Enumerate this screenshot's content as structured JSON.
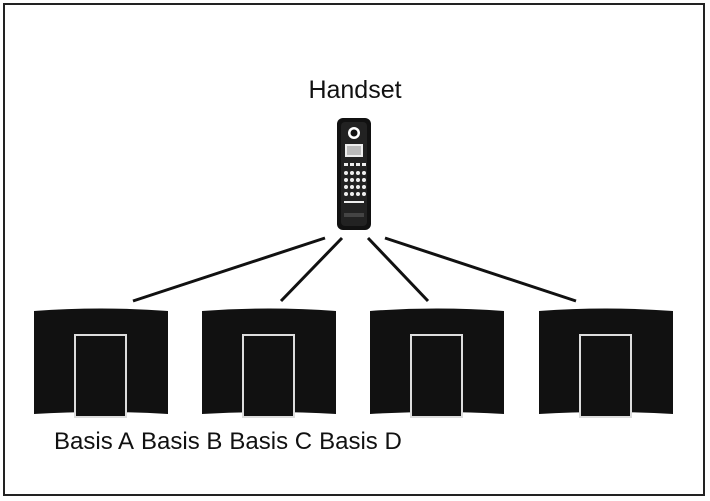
{
  "handset": {
    "label": "Handset",
    "icon": "cordless-phone-icon"
  },
  "bases": [
    {
      "label": "Basis A",
      "icon": "base-station-icon"
    },
    {
      "label": "Basis B",
      "icon": "base-station-icon"
    },
    {
      "label": "Basis C",
      "icon": "base-station-icon"
    },
    {
      "label": "Basis D",
      "icon": "base-station-icon"
    }
  ],
  "colors": {
    "ink": "#111111",
    "background": "#ffffff"
  }
}
